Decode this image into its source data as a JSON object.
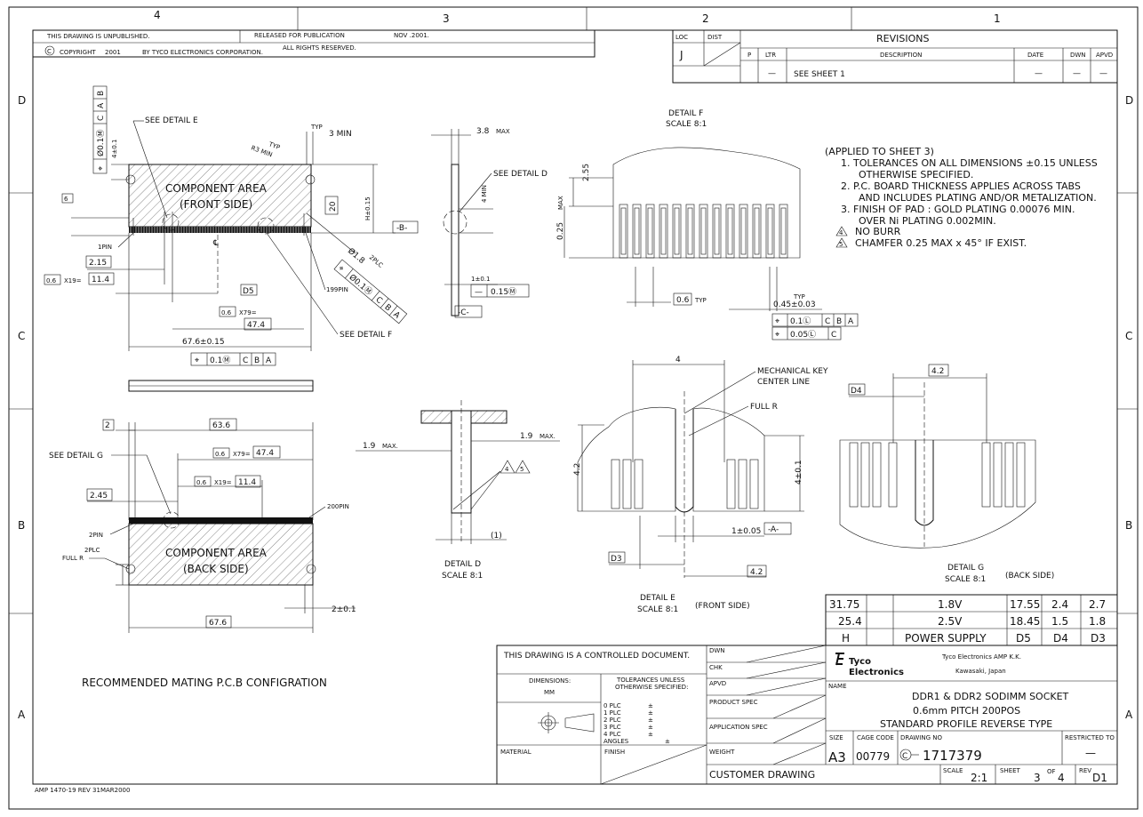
{
  "zones": {
    "top": [
      "4",
      "3",
      "2",
      "1"
    ],
    "side": [
      "D",
      "C",
      "B",
      "A"
    ]
  },
  "title_block_top": {
    "unpublished": "THIS DRAWING IS UNPUBLISHED.",
    "released": "RELEASED FOR PUBLICATION",
    "release_date": "NOV .2001.",
    "copyright_symbol": "C",
    "copyright": "COPYRIGHT",
    "year": "2001",
    "by": "BY TYCO ELECTRONICS CORPORATION.",
    "rights": "ALL RIGHTS RESERVED."
  },
  "revisions": {
    "loc_label": "LOC",
    "dist_label": "DIST",
    "loc_value": "J",
    "title": "REVISIONS",
    "headers": [
      "P",
      "LTR",
      "DESCRIPTION",
      "DATE",
      "DWN",
      "APVD"
    ],
    "row": [
      "",
      "—",
      "SEE SHEET 1",
      "—",
      "—",
      "—"
    ]
  },
  "top_view": {
    "see_detail_e": "SEE DETAIL E",
    "component_area": "COMPONENT AREA",
    "front_side": "(FRONT SIDE)",
    "typ": "TYP",
    "r3min": "R3 MIN",
    "three_min": "3 MIN",
    "dim_20": "20",
    "h_tol": "H±0.15",
    "datum_b": "-B-",
    "dim_6": "6",
    "pin1": "1PIN",
    "pin199": "199PIN",
    "dim_215": "2.15",
    "pitch_06": "0.6",
    "x19": "X19=",
    "dim_114": "11.4",
    "d5": "D5",
    "x79": "X79=",
    "dim_474": "47.4",
    "dim_676": "67.6±0.15",
    "see_detail_f": "SEE DETAIL F",
    "dia18": "Ø1.8",
    "two_plc": "2PLC",
    "fcf_hole": [
      "⌖",
      "Ø0.1Ⓜ",
      "C",
      "B",
      "A"
    ],
    "fcf_top": [
      "⌖",
      "Ø0.1Ⓜ",
      "C",
      "A",
      "B"
    ],
    "dim_4tol": "4±0.1",
    "fcf_overall": [
      "⌖",
      "0.1Ⓜ",
      "C",
      "B",
      "A"
    ]
  },
  "side_view": {
    "dim_38": "3.8",
    "max": "MAX",
    "see_detail_d": "SEE DETAIL D",
    "four_min": "4 MIN",
    "dim_1": "1±0.1",
    "flatness": "—",
    "flat_val": "0.15Ⓜ",
    "datum_c": "-C-"
  },
  "detail_f": {
    "title": "DETAIL F",
    "scale": "SCALE 8:1",
    "dim_255": "2.55",
    "dim_025": "0.25",
    "max": "MAX",
    "dim_06": "0.6",
    "typ": "TYP",
    "typ2": "TYP",
    "dim_045": "0.45±0.03",
    "fcf1": [
      "⌖",
      "0.1Ⓛ",
      "C",
      "B",
      "A"
    ],
    "fcf2": [
      "⌖",
      "0.05Ⓛ",
      "C"
    ]
  },
  "notes": {
    "header": "(APPLIED TO SHEET 3)",
    "lines": [
      "1. TOLERANCES ON ALL DIMENSIONS ±0.15 UNLESS",
      "OTHERWISE SPECIFIED.",
      "2. P.C. BOARD THICKNESS APPLIES ACROSS TABS",
      "AND INCLUDES PLATING AND/OR METALIZATION.",
      "3. FINISH OF PAD : GOLD PLATING 0.00076 MIN.",
      "OVER Ni PLATING 0.002MIN."
    ],
    "n4": "4",
    "n4_text": "NO BURR",
    "n5": "5",
    "n5_text": "CHAMFER 0.25 MAX x 45° IF EXIST."
  },
  "detail_e": {
    "dim_4": "4",
    "mech_key": "MECHANICAL KEY",
    "center_line": "CENTER LINE",
    "full_r": "FULL R",
    "dim_42": "4.2",
    "dim_4tol": "4±0.1",
    "dim_1tol": "1±0.05",
    "datum_a": "-A-",
    "d3": "D3",
    "dim_42b": "4.2",
    "title": "DETAIL E",
    "scale": "SCALE 8:1",
    "side": "(FRONT SIDE)"
  },
  "detail_g": {
    "dim_42": "4.2",
    "d4": "D4",
    "title": "DETAIL G",
    "scale": "SCALE 8:1",
    "side": "(BACK SIDE)"
  },
  "detail_d": {
    "dim_19a": "1.9",
    "max_a": "MAX.",
    "dim_19b": "1.9",
    "max_b": "MAX.",
    "n4": "4",
    "n5": "5",
    "ref": "(1)",
    "title": "DETAIL D",
    "scale": "SCALE 8:1"
  },
  "bottom_view": {
    "dim_2": "2",
    "dim_636": "63.6",
    "see_detail_g": "SEE DETAIL G",
    "pitch": "0.6",
    "x79": "X79=",
    "dim_474": "47.4",
    "x19": "X19=",
    "dim_114": "11.4",
    "dim_245": "2.45",
    "pin2": "2PIN",
    "pin200": "200PIN",
    "component_area": "COMPONENT AREA",
    "back_side": "(BACK SIDE)",
    "two_plc": "2PLC",
    "full_r": "FULL R",
    "dim_2tol": "2±0.1",
    "dim_676": "67.6"
  },
  "recommended": "RECOMMENDED MATING P.C.B CONFIGRATION",
  "dim_table": {
    "rows": [
      [
        "31.75",
        "1.8V",
        "17.55",
        "2.4",
        "2.7"
      ],
      [
        "25.4",
        "2.5V",
        "18.45",
        "1.5",
        "1.8"
      ],
      [
        "H",
        "POWER SUPPLY",
        "D5",
        "D4",
        "D3"
      ]
    ]
  },
  "title_block": {
    "controlled": "THIS DRAWING IS A CONTROLLED DOCUMENT.",
    "dimensions": "DIMENSIONS:",
    "mm": "MM",
    "tol_header1": "TOLERANCES UNLESS",
    "tol_header2": "OTHERWISE SPECIFIED:",
    "tol_rows": [
      "0  PLC",
      "1  PLC",
      "2  PLC",
      "3  PLC",
      "4  PLC"
    ],
    "pm": "±",
    "angles": "ANGLES",
    "material": "MATERIAL",
    "finish": "FINISH",
    "dwn": "DWN",
    "chk": "CHK",
    "apvd": "APVD",
    "product_spec": "PRODUCT SPEC",
    "application_spec": "APPLICATION SPEC",
    "weight": "WEIGHT",
    "customer_drawing": "CUSTOMER DRAWING",
    "logo1": "Tyco",
    "logo2": "Electronics",
    "company": "Tyco Electronics AMP K.K.",
    "city": "Kawasaki, Japan",
    "name_label": "NAME",
    "name1": "DDR1 & DDR2 SODIMM SOCKET",
    "name2": "0.6mm PITCH 200POS",
    "name3": "STANDARD PROFILE REVERSE TYPE",
    "size_label": "SIZE",
    "cage_label": "CAGE CODE",
    "dwg_label": "DRAWING NO",
    "restricted": "RESTRICTED TO",
    "size": "A3",
    "cage": "00779",
    "dwg_prefix": "C",
    "dwg_no": "1717379",
    "restricted_val": "—",
    "scale_label": "SCALE",
    "scale": "2:1",
    "sheet_label": "SHEET",
    "sheet": "3",
    "of": "OF",
    "total": "4",
    "rev_label": "REV",
    "rev": "D1"
  },
  "footer": "AMP 1470-19 REV 31MAR2000"
}
